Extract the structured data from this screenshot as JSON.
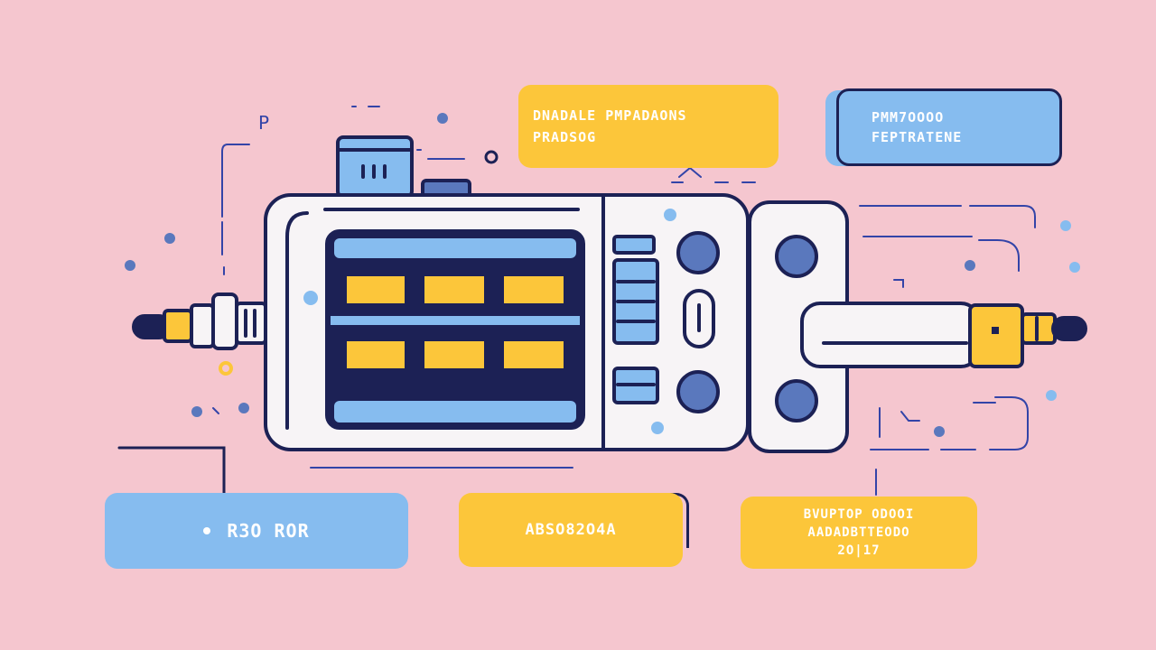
{
  "labels": {
    "top_yellow": [
      "DNADALE PMPADAONS",
      "PRADSOG"
    ],
    "top_blue": [
      "PMM7OOOO",
      "FEPTRATENE"
    ],
    "bottom_blue": "R3O ROR",
    "bottom_center": "ABSO82O4A",
    "bottom_right": [
      "BVUPTOP ODOOI",
      "AADADBTTEODO",
      "2O|17"
    ],
    "marker_p": "P"
  },
  "colors": {
    "background": "#f5c6cf",
    "outline": "#1c2155",
    "yellow": "#fcc63a",
    "blue_light": "#86bcef",
    "blue_mid": "#5a78bd",
    "white": "#f7f4f6"
  },
  "icons": [
    "device-icon",
    "cable-plug-icon",
    "screen-grid-icon",
    "knob-icon"
  ]
}
